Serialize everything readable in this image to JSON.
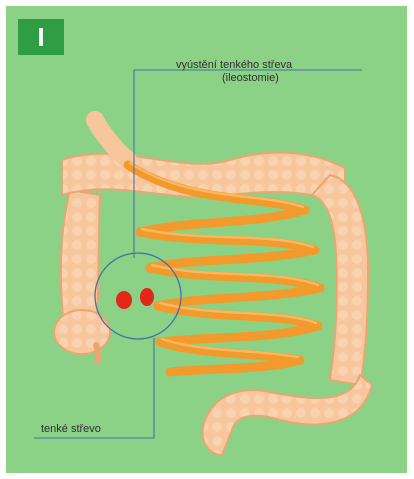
{
  "badge": {
    "text": "I"
  },
  "labels": {
    "stoma_line1": "vyústění tenkého střeva",
    "stoma_line2": "(ileostomie)",
    "small_intestine": "tenké střevo"
  },
  "colors": {
    "background": "#8cd286",
    "badge": "#2f9d43",
    "large_intestine": "#f7c69c",
    "small_intestine": "#f39a2c",
    "stoma": "#e3261b",
    "callout_line": "#4a6fa5"
  }
}
